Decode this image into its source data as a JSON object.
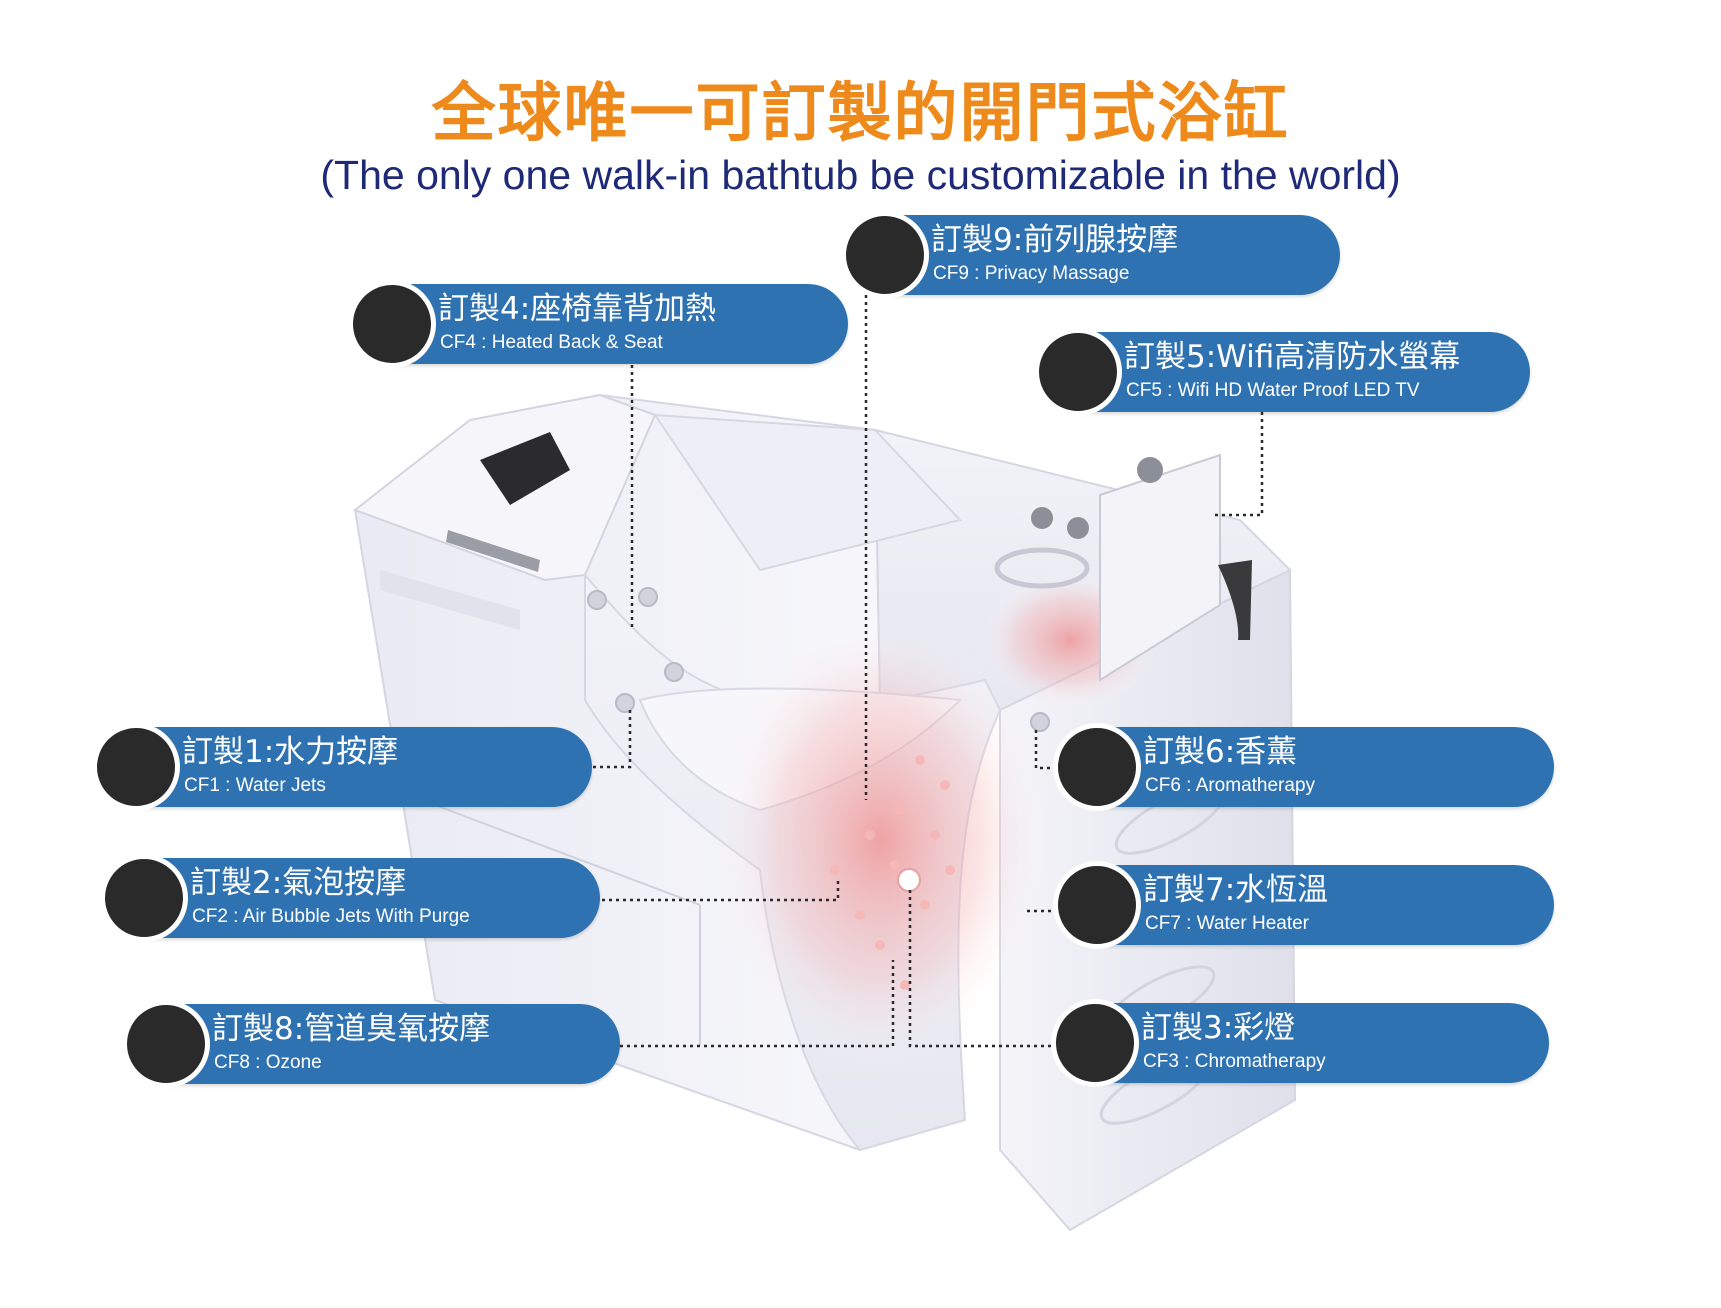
{
  "title": "全球唯一可訂製的開門式浴缸",
  "subtitle": "(The only one walk-in bathtub be customizable in the world)",
  "features": [
    {
      "id": "cf9",
      "zh": "訂製9:前列腺按摩",
      "en": "CF9 : Privacy Massage"
    },
    {
      "id": "cf4",
      "zh": "訂製4:座椅靠背加熱",
      "en": "CF4 : Heated Back & Seat"
    },
    {
      "id": "cf5",
      "zh": "訂製5:Wifi高清防水螢幕",
      "en": "CF5 : Wifi HD Water Proof LED TV"
    },
    {
      "id": "cf1",
      "zh": "訂製1:水力按摩",
      "en": "CF1 : Water Jets"
    },
    {
      "id": "cf6",
      "zh": "訂製6:香薰",
      "en": "CF6 : Aromatherapy"
    },
    {
      "id": "cf2",
      "zh": "訂製2:氣泡按摩",
      "en": "CF2 : Air Bubble Jets With Purge"
    },
    {
      "id": "cf7",
      "zh": "訂製7:水恆溫",
      "en": "CF7 : Water Heater"
    },
    {
      "id": "cf8",
      "zh": "訂製8:管道臭氧按摩",
      "en": "CF8 : Ozone"
    },
    {
      "id": "cf3",
      "zh": "訂製3:彩燈",
      "en": "CF3 : Chromatherapy"
    }
  ],
  "colors": {
    "title": "#ee8a1c",
    "subtitle": "#1e2a78",
    "label_bg": "#2f72b2",
    "marker": "#2a2a2b",
    "glow": "#f08a8a"
  }
}
